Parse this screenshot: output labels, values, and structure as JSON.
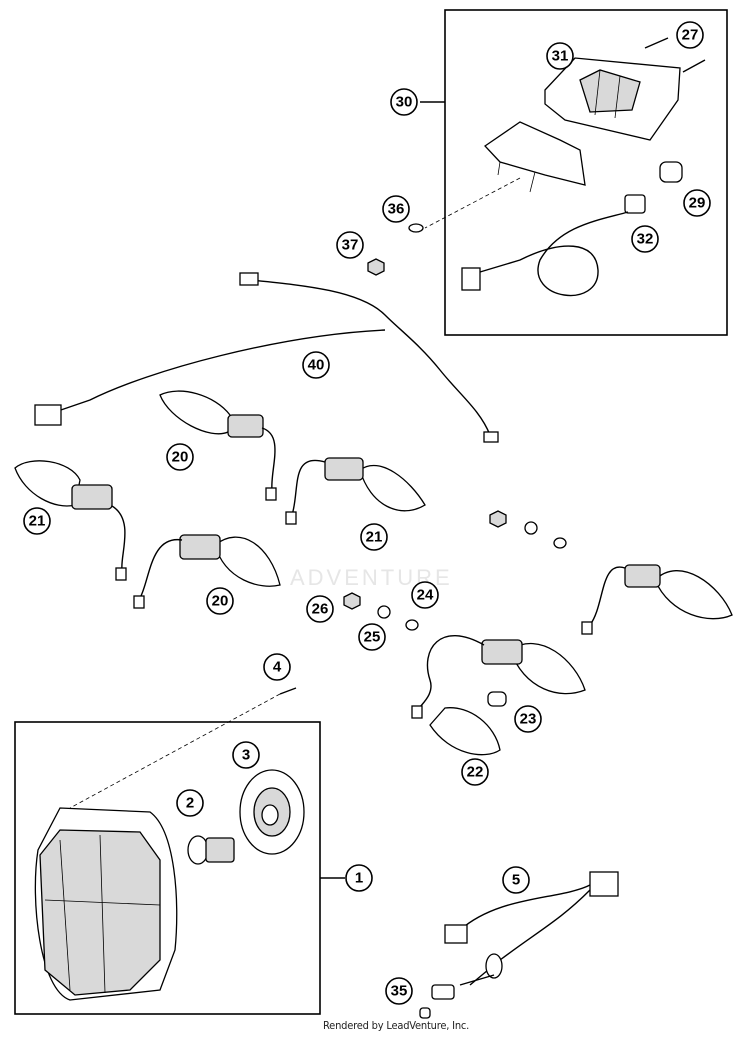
{
  "callouts": {
    "c1": "1",
    "c2": "2",
    "c3": "3",
    "c4": "4",
    "c5": "5",
    "c20a": "20",
    "c20b": "20",
    "c21a": "21",
    "c21b": "21",
    "c22": "22",
    "c23": "23",
    "c24": "24",
    "c25": "25",
    "c26": "26",
    "c27": "27",
    "c29": "29",
    "c30": "30",
    "c31": "31",
    "c32": "32",
    "c35": "35",
    "c36": "36",
    "c37": "37",
    "c40": "40"
  },
  "watermark": "ADVENTURE",
  "footer": "Rendered by LeadVenture, Inc."
}
